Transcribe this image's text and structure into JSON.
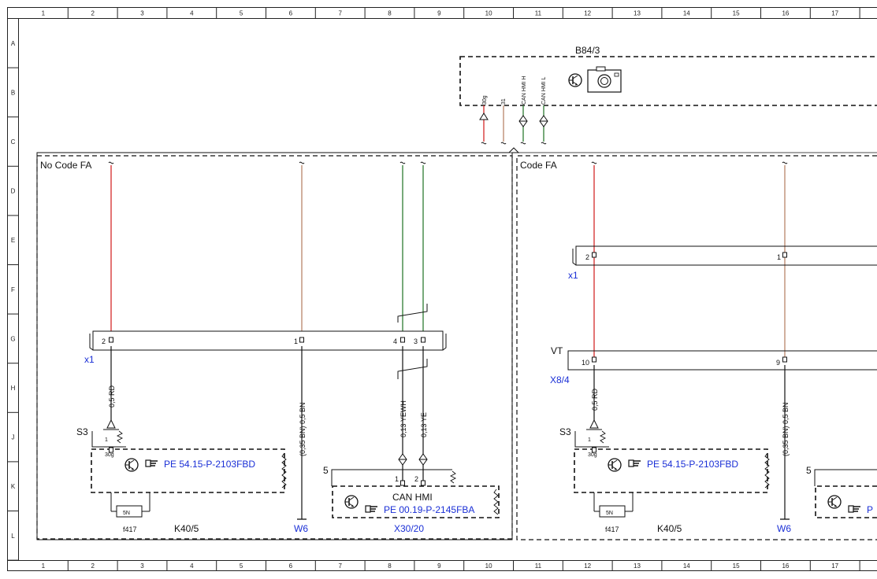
{
  "grid": {
    "columns": [
      "1",
      "2",
      "3",
      "4",
      "5",
      "6",
      "7",
      "8",
      "9",
      "10",
      "11",
      "12",
      "13",
      "14",
      "15",
      "16",
      "17"
    ],
    "rows": [
      "A",
      "B",
      "C",
      "D",
      "E",
      "F",
      "G",
      "H",
      "J",
      "K",
      "L"
    ]
  },
  "module": {
    "id": "B84/3",
    "pins": [
      "30g",
      "31",
      "CAN HMI H",
      "CAN HMI L"
    ]
  },
  "left": {
    "section_label": "No Code FA",
    "connector_x1": {
      "name": "x1",
      "pins": [
        "2",
        "1",
        "4",
        "3"
      ]
    },
    "wires": [
      "0,5 RD",
      "(0,35 BN) 0,5 BN",
      "0,13 YEWH",
      "0,13 YE"
    ],
    "s3_label": "S3",
    "s3_pin": "1",
    "s3_pin_30g": "30g",
    "ref_s3": "PE 54.15-P-2103FBD",
    "fuse_label": "5N",
    "fuse_name": "f417",
    "k40_label": "K40/5",
    "ground_label": "W6",
    "can_num": "5",
    "can_pin_1": "1",
    "can_pin_2": "2",
    "can_title": "CAN HMI",
    "ref_can": "PE 00.19-P-2145FBA",
    "can_connector": "X30/20"
  },
  "right": {
    "section_label": "Code FA",
    "connector_x1": {
      "name": "x1",
      "pins": [
        "2",
        "1"
      ]
    },
    "connector_x8": {
      "name": "X8/4",
      "prefix": "VT",
      "pins": [
        "10",
        "9"
      ]
    },
    "wires": [
      "0,5 RD",
      "(0,35 BN) 0,5 BN"
    ],
    "s3_label": "S3",
    "s3_pin": "1",
    "s3_pin_30g": "30g",
    "ref_s3": "PE 54.15-P-2103FBD",
    "fuse_label": "5N",
    "fuse_name": "f417",
    "k40_label": "K40/5",
    "ground_label": "W6",
    "can_num": "5",
    "ref_can": "P"
  },
  "colors": {
    "red": "#d42a2a",
    "brown": "#b8856a",
    "green": "#2e7d32",
    "link": "#1a2fd6"
  },
  "icons": [
    "transistor-icon",
    "camera-icon",
    "hand-pointer-icon"
  ]
}
